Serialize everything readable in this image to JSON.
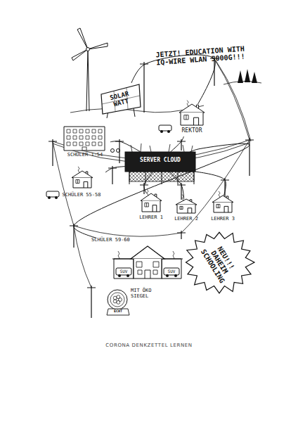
{
  "diagram": {
    "title": "JETZT! EDUCATION WITH IQ-WIRE WLAN 5000G!!!",
    "caption": "CORONA DENKZETTEL LERNEN",
    "nodes": [
      {
        "text": [
          "SOLAR WATT"
        ]
      },
      {
        "text": [
          "REKTOR"
        ]
      },
      {
        "text": [
          "SCHÜLER 1-54"
        ]
      },
      {
        "text": [
          "SERVER CLOUD"
        ]
      },
      {
        "text": [
          "SCHÜLER 55-58"
        ]
      },
      {
        "text": [
          "LEHRER 1"
        ]
      },
      {
        "text": [
          "LEHRER 2"
        ]
      },
      {
        "text": [
          "LEHRER 3"
        ]
      },
      {
        "text": [
          "SCHÜLER 59-60"
        ]
      },
      {
        "text": [
          "NEU!!! DAHEIM SCHOOLING"
        ]
      },
      {
        "text": [
          "MIT ÖKO SIEGEL",
          "ECHT"
        ]
      }
    ],
    "edges": [
      {
        "from": 0,
        "to": 1,
        "arrow": "none"
      },
      {
        "from": 3,
        "to": 1,
        "arrow": "none"
      },
      {
        "from": 3,
        "to": 2,
        "arrow": "none"
      },
      {
        "from": 3,
        "to": 4,
        "arrow": "none"
      },
      {
        "from": 3,
        "to": 5,
        "arrow": "none"
      },
      {
        "from": 3,
        "to": 6,
        "arrow": "none"
      },
      {
        "from": 3,
        "to": 7,
        "arrow": "none"
      },
      {
        "from": 3,
        "to": 8,
        "arrow": "none"
      }
    ],
    "labels": [
      "SUV",
      "SUV"
    ]
  }
}
